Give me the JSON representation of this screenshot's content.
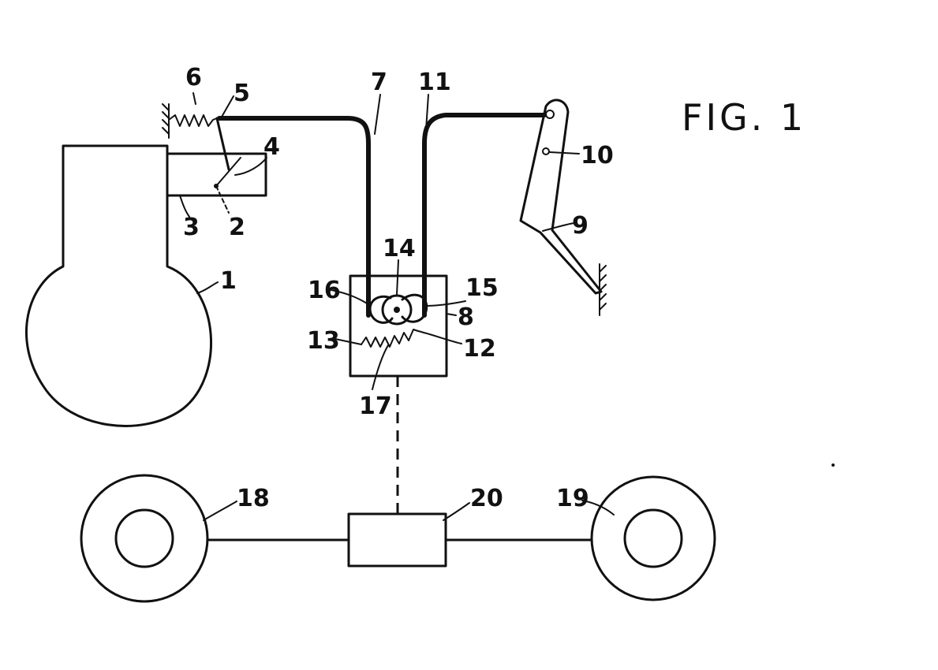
{
  "figure": {
    "title": "FIG. 1"
  },
  "labels": {
    "l1": "1",
    "l2": "2",
    "l3": "3",
    "l4": "4",
    "l5": "5",
    "l6": "6",
    "l7": "7",
    "l8": "8",
    "l9": "9",
    "l10": "10",
    "l11": "11",
    "l12": "12",
    "l13": "13",
    "l14": "14",
    "l15": "15",
    "l16": "16",
    "l17": "17",
    "l18": "18",
    "l19": "19",
    "l20": "20"
  }
}
